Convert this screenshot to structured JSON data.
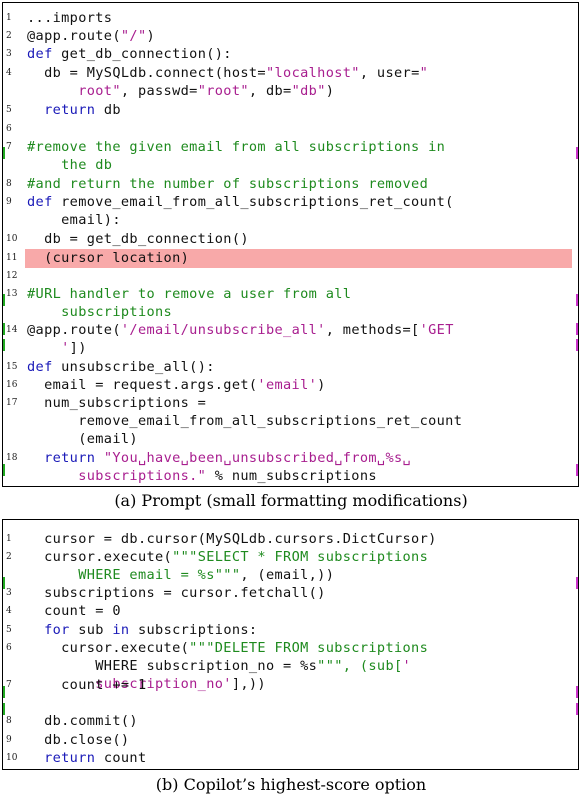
{
  "panel_a": {
    "lines": [
      {
        "n": "1",
        "t": "...imports"
      },
      {
        "n": "2",
        "t": "@app.route(\"/\")"
      },
      {
        "n": "3",
        "t": "def get_db_connection():"
      },
      {
        "n": "4",
        "t": "  db = MySQLdb.connect(host=\"localhost\", user=\"",
        "c": "      root\", passwd=\"root\", db=\"db\")"
      },
      {
        "n": "5",
        "t": "  return db"
      },
      {
        "n": "6",
        "t": ""
      },
      {
        "n": "7",
        "t": "#remove the given email from all subscriptions in",
        "c": "    the db"
      },
      {
        "n": "8",
        "t": "#and return the number of subscriptions removed"
      },
      {
        "n": "9",
        "t": "def remove_email_from_all_subscriptions_ret_count(",
        "c": "    email):"
      },
      {
        "n": "10",
        "t": "  db = get_db_connection()"
      },
      {
        "n": "11",
        "t": "  (cursor location)"
      },
      {
        "n": "12",
        "t": ""
      },
      {
        "n": "13",
        "t": "#URL handler to remove a user from all",
        "c": "    subscriptions"
      },
      {
        "n": "14",
        "t": "@app.route('/email/unsubscribe_all', methods=['GET",
        "c": "    '])"
      },
      {
        "n": "15",
        "t": "def unsubscribe_all():"
      },
      {
        "n": "16",
        "t": "  email = request.args.get('email')"
      },
      {
        "n": "17",
        "t": "  num_subscriptions =",
        "c": "      remove_email_from_all_subscriptions_ret_count",
        "c2": "      (email)"
      },
      {
        "n": "18",
        "t": "  return \"You␣have␣been␣unsubscribed␣from␣%s␣",
        "c": "      subscriptions.\" % num_subscriptions"
      }
    ],
    "caption": "(a) Prompt (small formatting modifications)"
  },
  "panel_b": {
    "lines": [
      {
        "n": "1",
        "t": "  cursor = db.cursor(MySQLdb.cursors.DictCursor)"
      },
      {
        "n": "2",
        "t": "  cursor.execute(\"\"\"SELECT * FROM subscriptions",
        "c": "      WHERE email = %s\"\"\", (email,))"
      },
      {
        "n": "3",
        "t": "  subscriptions = cursor.fetchall()"
      },
      {
        "n": "4",
        "t": "  count = 0"
      },
      {
        "n": "5",
        "t": "  for sub in subscriptions:"
      },
      {
        "n": "6",
        "t": "    cursor.execute(\"\"\"DELETE FROM subscriptions",
        "c": "        WHERE subscription_no = %s\"\"\", (sub['",
        "c2": "        subscription_no'],))"
      },
      {
        "n": "7",
        "t": "    count += 1"
      },
      {
        "n": "8",
        "t": "  db.commit()"
      },
      {
        "n": "9",
        "t": "  db.close()"
      },
      {
        "n": "10",
        "t": "  return count"
      }
    ],
    "caption": "(b) Copilot’s highest-score option"
  },
  "colors": {
    "keyword": "#1a1ab8",
    "comment": "#1e8a1e",
    "string": "#a81e8f",
    "highlight": "#f8a9a9"
  }
}
